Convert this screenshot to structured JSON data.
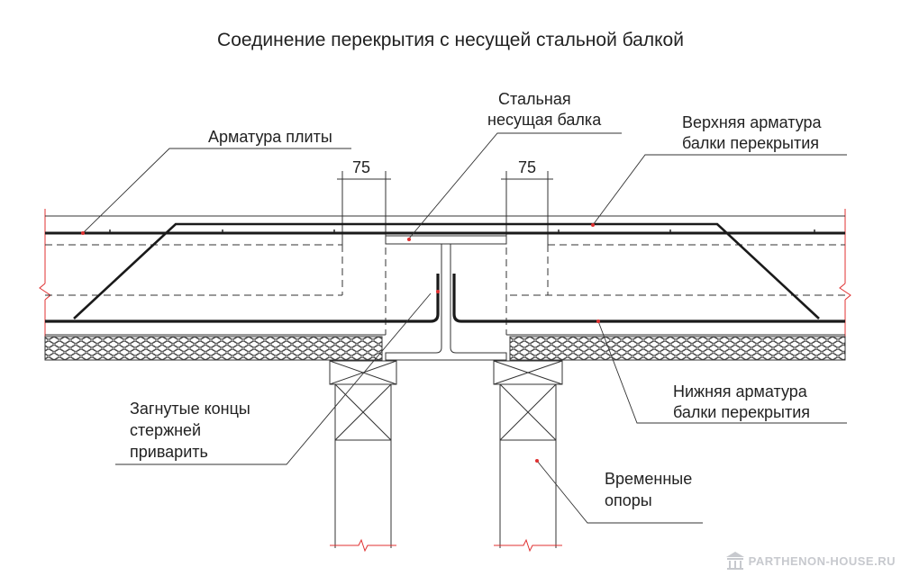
{
  "title": "Соединение перекрытия с несущей стальной балкой",
  "dimensions": {
    "left": "75",
    "right": "75"
  },
  "labels": {
    "slab_rebar": "Арматура плиты",
    "steel_beam_line1": "Стальная",
    "steel_beam_line2": "несущая балка",
    "top_rebar_line1": "Верхняя арматура",
    "top_rebar_line2": "балки перекрытия",
    "bottom_rebar_line1": "Нижняя арматура",
    "bottom_rebar_line2": "балки перекрытия",
    "bent_ends_line1": "Загнутые концы",
    "bent_ends_line2": "стержней",
    "bent_ends_line3": "приварить",
    "temp_supports_line1": "Временные",
    "temp_supports_line2": "опоры"
  },
  "watermark": "PARTHENON-HOUSE.RU",
  "colors": {
    "line": "#222222",
    "leader": "#333333",
    "dot": "#e03030",
    "watermark": "#c7c9ce"
  }
}
